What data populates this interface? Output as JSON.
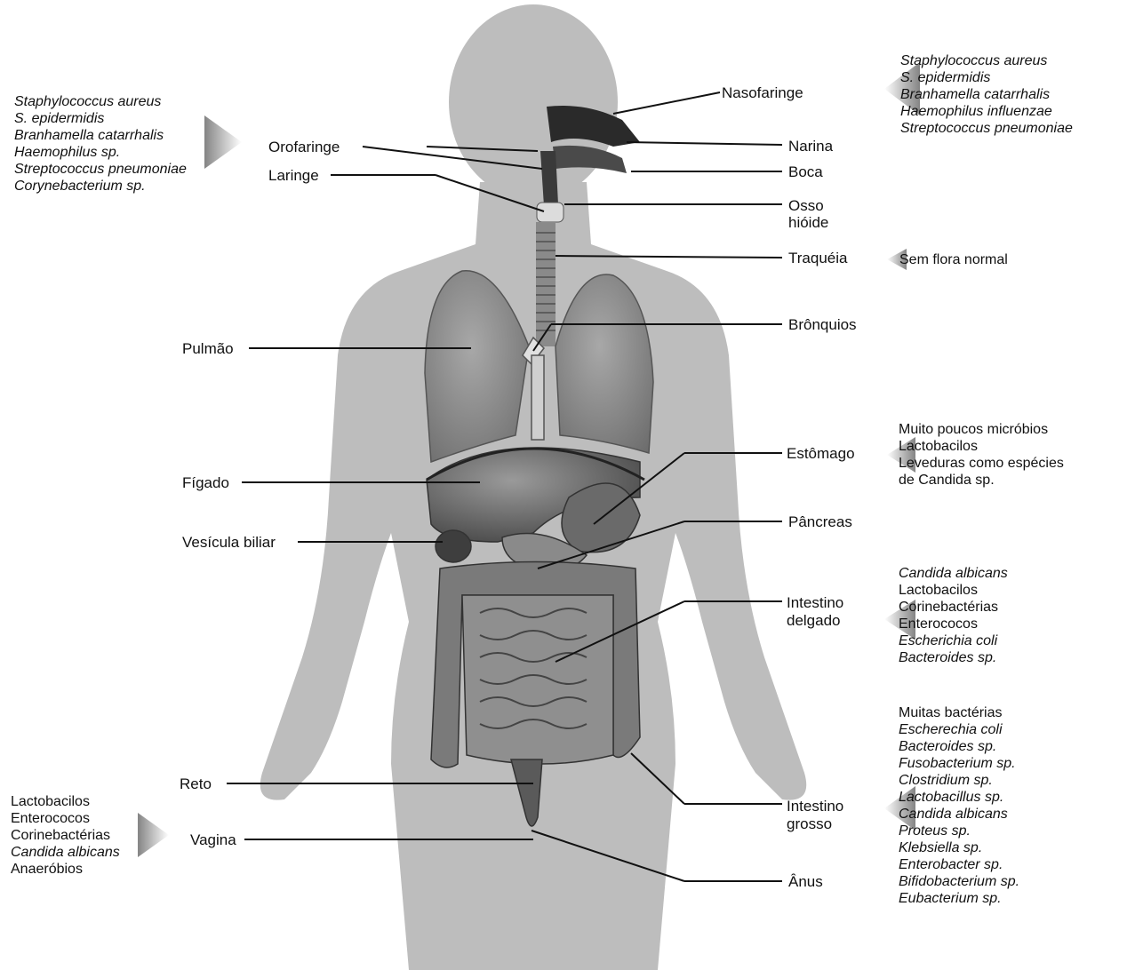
{
  "labels": {
    "nasofaringe": "Nasofaringe",
    "narina": "Narina",
    "boca": "Boca",
    "osso_hioide_1": "Osso",
    "osso_hioide_2": "hióide",
    "traqueia": "Traquéia",
    "bronquios": "Brônquios",
    "estomago": "Estômago",
    "pancreas": "Pâncreas",
    "intestino_delgado_1": "Intestino",
    "intestino_delgado_2": "delgado",
    "intestino_grosso_1": "Intestino",
    "intestino_grosso_2": "grosso",
    "anus": "Ânus",
    "orofaringe": "Orofaringe",
    "laringe": "Laringe",
    "pulmao": "Pulmão",
    "figado": "Fígado",
    "vesicula": "Vesícula biliar",
    "reto": "Reto",
    "vagina": "Vagina"
  },
  "flora": {
    "upper_left": [
      {
        "text": "Staphylococcus aureus",
        "italic": true
      },
      {
        "text": "S. epidermidis",
        "italic": true
      },
      {
        "text": "Branhamella catarrhalis",
        "italic": true
      },
      {
        "text": "Haemophilus sp.",
        "italic": true
      },
      {
        "text": "Streptococcus pneumoniae",
        "italic": true
      },
      {
        "text": "Corynebacterium sp.",
        "italic": true
      }
    ],
    "upper_right": [
      {
        "text": "Staphylococcus aureus",
        "italic": true
      },
      {
        "text": "S. epidermidis",
        "italic": true
      },
      {
        "text": "Branhamella catarrhalis",
        "italic": true
      },
      {
        "text": "Haemophilus influenzae",
        "italic": true
      },
      {
        "text": "Streptococcus pneumoniae",
        "italic": true
      }
    ],
    "trachea": [
      {
        "text": "Sem flora normal",
        "italic": false
      }
    ],
    "stomach": [
      {
        "text": "Muito poucos micróbios",
        "italic": false
      },
      {
        "text": "Lactobacilos",
        "italic": false
      },
      {
        "text": "Leveduras como espécies",
        "italic": false
      },
      {
        "text": "de Candida sp.",
        "italic": false
      }
    ],
    "small_intestine": [
      {
        "text": "Candida albicans",
        "italic": true
      },
      {
        "text": "Lactobacilos",
        "italic": false
      },
      {
        "text": "Corinebactérias",
        "italic": false
      },
      {
        "text": "Enterococos",
        "italic": false
      },
      {
        "text": "Escherichia coli",
        "italic": true
      },
      {
        "text": "Bacteroides sp.",
        "italic": true
      }
    ],
    "large_intestine": [
      {
        "text": "Muitas bactérias",
        "italic": false
      },
      {
        "text": "Escherechia coli",
        "italic": true
      },
      {
        "text": "Bacteroides sp.",
        "italic": true
      },
      {
        "text": "Fusobacterium sp.",
        "italic": true
      },
      {
        "text": "Clostridium sp.",
        "italic": true
      },
      {
        "text": "Lactobacillus sp.",
        "italic": true
      },
      {
        "text": "Candida albicans",
        "italic": true
      },
      {
        "text": "Proteus sp.",
        "italic": true
      },
      {
        "text": "Klebsiella sp.",
        "italic": true
      },
      {
        "text": "Enterobacter sp.",
        "italic": true
      },
      {
        "text": "Bifidobacterium sp.",
        "italic": true
      },
      {
        "text": "Eubacterium sp.",
        "italic": true
      }
    ],
    "vagina": [
      {
        "text": "Lactobacilos",
        "italic": false
      },
      {
        "text": "Enterococos",
        "italic": false
      },
      {
        "text": "Corinebactérias",
        "italic": false
      },
      {
        "text": "Candida albicans",
        "italic": true
      },
      {
        "text": "Anaeróbios",
        "italic": false
      }
    ]
  },
  "colors": {
    "silhouette": "#bdbdbd",
    "organ_dark": "#5a5a5a",
    "organ_mid": "#7a7a7a",
    "leader": "#111111"
  }
}
